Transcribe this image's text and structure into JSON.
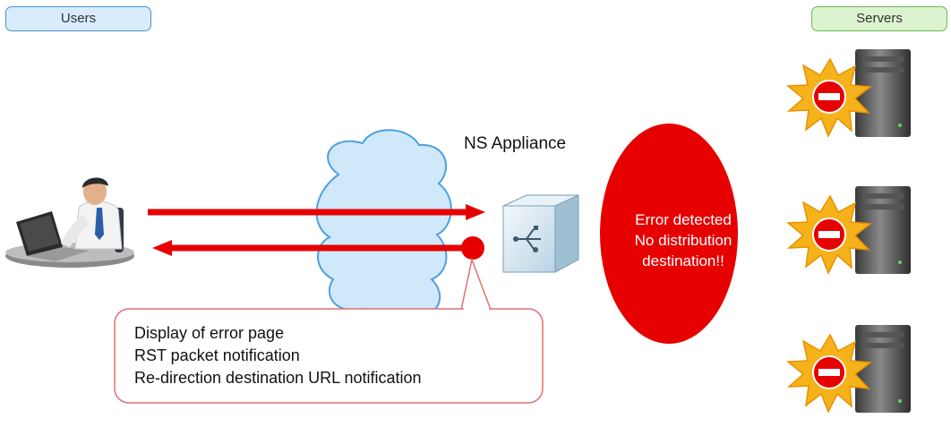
{
  "zones": {
    "users_label": "Users",
    "servers_label": "Servers"
  },
  "appliance": {
    "label": "NS Appliance"
  },
  "error_state": {
    "line1": "Error detected",
    "line2": "No distribution",
    "line3": "destination!!"
  },
  "responses": {
    "items": [
      "Display of error page",
      "RST packet notification",
      "Re-direction destination URL notification"
    ]
  },
  "colors": {
    "arrow_red": "#e60000",
    "error_red": "#e60000",
    "cloud_fill": "#cfe9fb",
    "cloud_stroke": "#4f9fe0",
    "burst_fill": "#f6b21a",
    "users_tag_bg": "#d8ecfc",
    "servers_tag_bg": "#dcf3cf"
  }
}
